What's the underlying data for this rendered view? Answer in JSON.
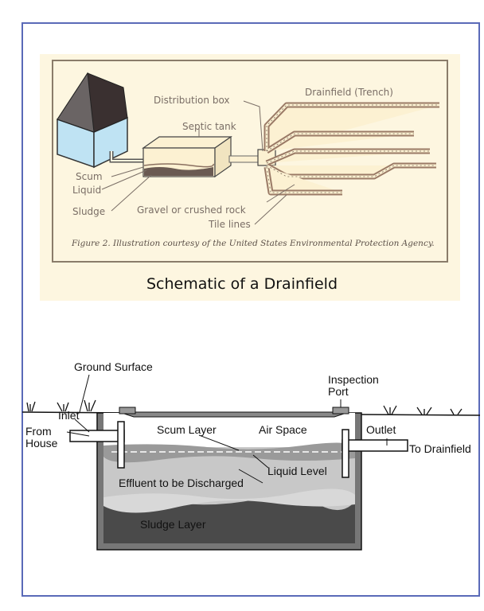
{
  "top_diagram": {
    "labels": {
      "distribution_box": "Distribution box",
      "drainfield": "Drainfield (Trench)",
      "septic_tank": "Septic tank",
      "scum": "Scum",
      "liquid": "Liquid",
      "sludge": "Sludge",
      "gravel": "Gravel or crushed rock",
      "tile_lines": "Tile lines"
    },
    "caption": "Figure 2. Illustration courtesy of the United States Environmental Protection Agency."
  },
  "title": "Schematic of a Drainfield",
  "bottom_diagram": {
    "labels": {
      "ground_surface": "Ground Surface",
      "inspection_port_1": "Inspection",
      "inspection_port_2": "Port",
      "from_house_1": "From",
      "from_house_2": "House",
      "inlet": "Inlet",
      "scum_layer": "Scum Layer",
      "air_space": "Air Space",
      "outlet": "Outlet",
      "to_drainfield": "To Drainfield",
      "liquid_level": "Liquid Level",
      "effluent": "Effluent to be Discharged",
      "sludge_layer": "Sludge Layer"
    }
  },
  "colors": {
    "frame": "#5a6ab8",
    "panel_bg": "#fdf6e0",
    "house_wall": "#bfe3f3",
    "roof": "#3a3030",
    "sludge": "#4a4a4a",
    "effluent": "#c8c8c8"
  }
}
